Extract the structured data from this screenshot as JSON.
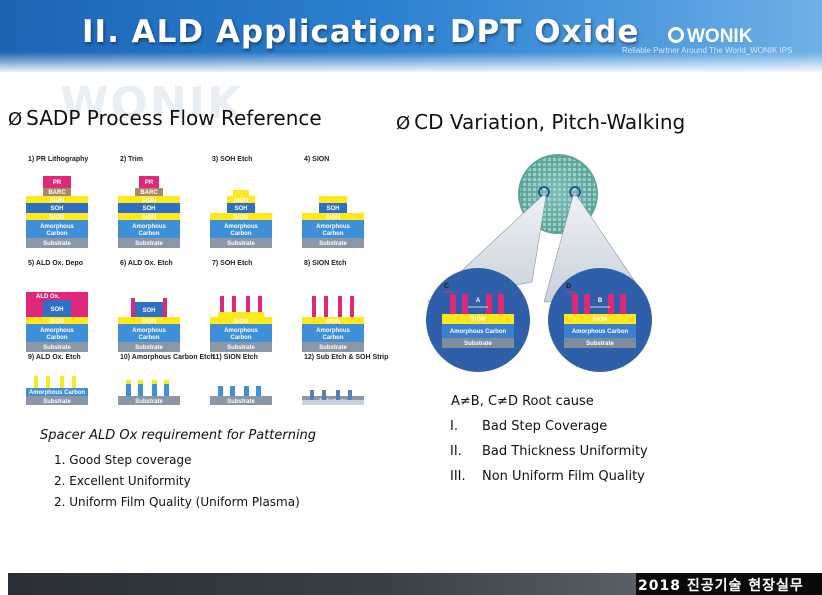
{
  "header": {
    "title": "II. ALD Application: DPT Oxide",
    "logo": "WONIK",
    "slogan": "Reliable Partner Around The World_WONIK IPS",
    "watermark": "WONIK"
  },
  "left": {
    "heading_arrow": "Ø",
    "heading": "SADP Process Flow Reference",
    "steps": [
      "1) PR Lithography",
      "2) Trim",
      "3) SOH Etch",
      "4) SION",
      "5) ALD Ox. Depo",
      "6) ALD Ox. Etch",
      "7) SOH Etch",
      "8) SION Etch",
      "9) ALD Ox. Etch",
      "10) Amorphous Carbon Etch",
      "11) SION Etch",
      "12) Sub Etch & SOH Strip"
    ],
    "layers": {
      "pr": "PR",
      "barc": "BARC",
      "sion": "SION",
      "soh": "SOH",
      "amorphous": "Amorphous",
      "carbon": "Carbon",
      "amorphous_carbon": "Amorphous Carbon",
      "substrate": "Substrate",
      "ald_ox": "ALD Ox."
    },
    "spacer_requirement": "Spacer ALD Ox requirement for Patterning",
    "requirements": [
      "1. Good Step coverage",
      "2. Excellent Uniformity",
      "2. Uniform Film Quality (Uniform Plasma)"
    ]
  },
  "right": {
    "heading_arrow": "Ø",
    "heading": "CD Variation, Pitch-Walking",
    "figure_labels": {
      "c": "C",
      "d": "D",
      "a": "A",
      "b": "B",
      "sion": "SION",
      "amorphous_carbon": "Amorphous Carbon",
      "substrate": "Substrate"
    },
    "root_cause_title": "A≠B, C≠D Root cause",
    "root_causes": [
      {
        "num": "I.",
        "text": "Bad Step Coverage"
      },
      {
        "num": "II.",
        "text": "Bad Thickness Uniformity"
      },
      {
        "num": "III.",
        "text": "Non Uniform Film Quality"
      }
    ]
  },
  "footer": {
    "text": "2018 진공기술 현장실무"
  },
  "colors": {
    "banner": "#2b7fd0",
    "sion": "#ffe81a",
    "soh_blue": "#2f6fc4",
    "amorphous_blue": "#3f8fd8",
    "substrate": "#8a97a6",
    "pr_pink": "#e0287a",
    "barc": "#a88a6a",
    "ald_ox": "#e0287a"
  }
}
